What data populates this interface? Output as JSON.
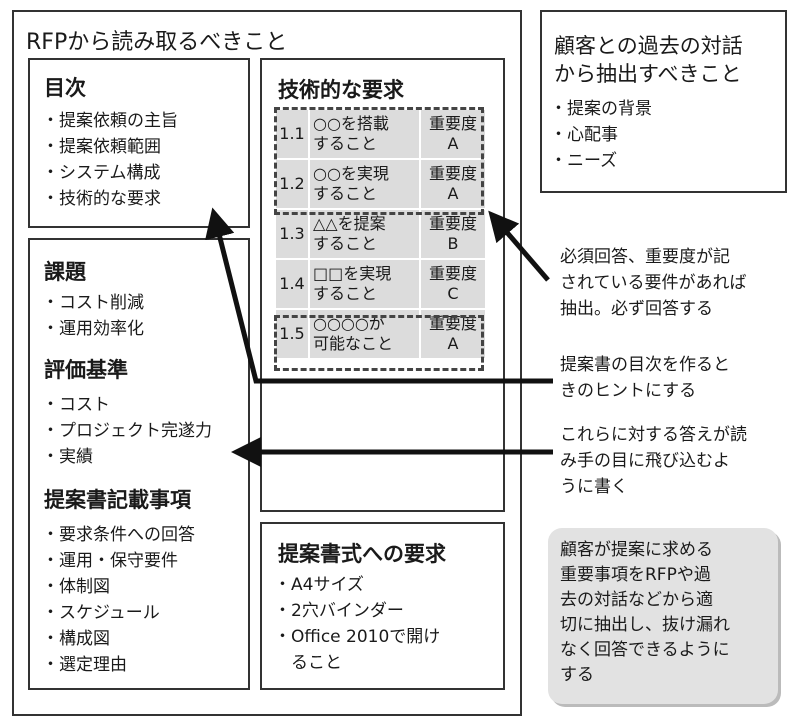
{
  "main": {
    "title": "RFPから読み取るべきこと",
    "toc": {
      "heading": "目次",
      "items": [
        "提案依頼の主旨",
        "提案依頼範囲",
        "システム構成",
        "技術的な要求"
      ]
    },
    "issues": {
      "heading": "課題",
      "items": [
        "コスト削減",
        "運用効率化"
      ]
    },
    "criteria": {
      "heading": "評価基準",
      "items": [
        "コスト",
        "プロジェクト完遂力",
        "実績"
      ]
    },
    "proposal_items": {
      "heading": "提案書記載事項",
      "items": [
        "要求条件への回答",
        "運用・保守要件",
        "体制図",
        "スケジュール",
        "構成図",
        "選定理由"
      ]
    },
    "tech": {
      "heading": "技術的な要求",
      "rows": [
        {
          "num": "1.1",
          "text1": "○○を搭載",
          "text2": "すること",
          "imp1": "重要度",
          "imp2": "A"
        },
        {
          "num": "1.2",
          "text1": "○○を実現",
          "text2": "すること",
          "imp1": "重要度",
          "imp2": "A"
        },
        {
          "num": "1.3",
          "text1": "△△を提案",
          "text2": "すること",
          "imp1": "重要度",
          "imp2": "B"
        },
        {
          "num": "1.4",
          "text1": "□□を実現",
          "text2": "すること",
          "imp1": "重要度",
          "imp2": "C"
        },
        {
          "num": "1.5",
          "text1": "○○○○が",
          "text2": "可能なこと",
          "imp1": "重要度",
          "imp2": "A"
        }
      ]
    },
    "format": {
      "heading": "提案書式への要求",
      "items": [
        "A4サイズ",
        "2穴バインダー",
        "Office 2010で開け"
      ],
      "continuation": "ること"
    }
  },
  "dialogue": {
    "heading1": "顧客との過去の対話",
    "heading2": "から抽出すべきこと",
    "items": [
      "提案の背景",
      "心配事",
      "ニーズ"
    ]
  },
  "notes": {
    "required": [
      "必須回答、重要度が記",
      "されている要件があれば",
      "抽出。必ず回答する"
    ],
    "toc_hint": [
      "提案書の目次を作ると",
      "きのヒントにする"
    ],
    "answers": [
      "これらに対する答えが読",
      "み手の目に飛び込むよ",
      "うに書く"
    ]
  },
  "summary": [
    "顧客が提案に求める",
    "重要事項をRFPや過",
    "去の対話などから適",
    "切に抽出し、抜け漏れ",
    "なく回答できるように",
    "する"
  ]
}
